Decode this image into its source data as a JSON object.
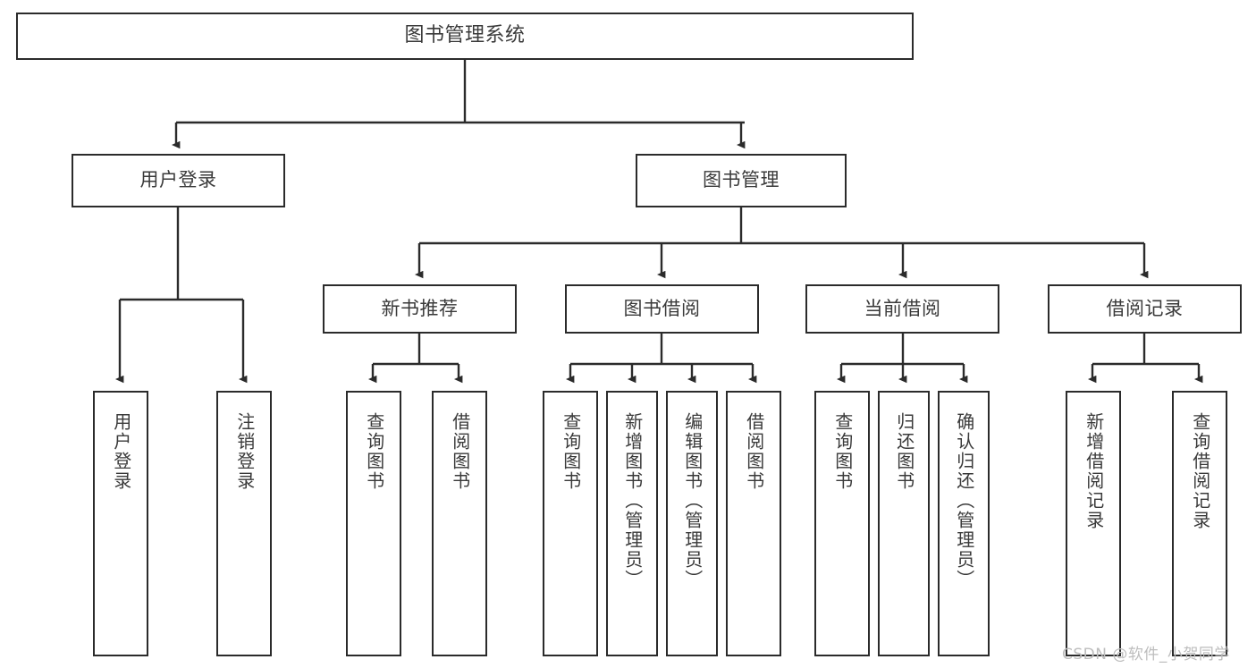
{
  "diagram": {
    "title": "图书管理系统",
    "type": "tree-hierarchy-diagram",
    "orientation": "top-down",
    "watermark": "CSDN @软件_小贺同学",
    "colors": {
      "border": "#2b2b2b",
      "text": "#3a3a3a",
      "background": "#ffffff",
      "watermark": "#bdbdbd"
    }
  },
  "root": {
    "label": "图书管理系统"
  },
  "level1": [
    {
      "label": "用户登录"
    },
    {
      "label": "图书管理"
    }
  ],
  "level2": [
    {
      "label": "新书推荐"
    },
    {
      "label": "图书借阅"
    },
    {
      "label": "当前借阅"
    },
    {
      "label": "借阅记录"
    }
  ],
  "leaves": {
    "user_login": [
      {
        "label": "用户登录"
      },
      {
        "label": "注销登录"
      }
    ],
    "new_book_recommend": [
      {
        "label": "查询图书"
      },
      {
        "label": "借阅图书"
      }
    ],
    "book_borrow": [
      {
        "label": "查询图书"
      },
      {
        "label": "新增图书（管理员）"
      },
      {
        "label": "编辑图书（管理员）"
      },
      {
        "label": "借阅图书"
      }
    ],
    "current_borrow": [
      {
        "label": "查询图书"
      },
      {
        "label": "归还图书"
      },
      {
        "label": "确认归还（管理员）"
      }
    ],
    "borrow_record": [
      {
        "label": "新增借阅记录"
      },
      {
        "label": "查询借阅记录"
      }
    ]
  }
}
